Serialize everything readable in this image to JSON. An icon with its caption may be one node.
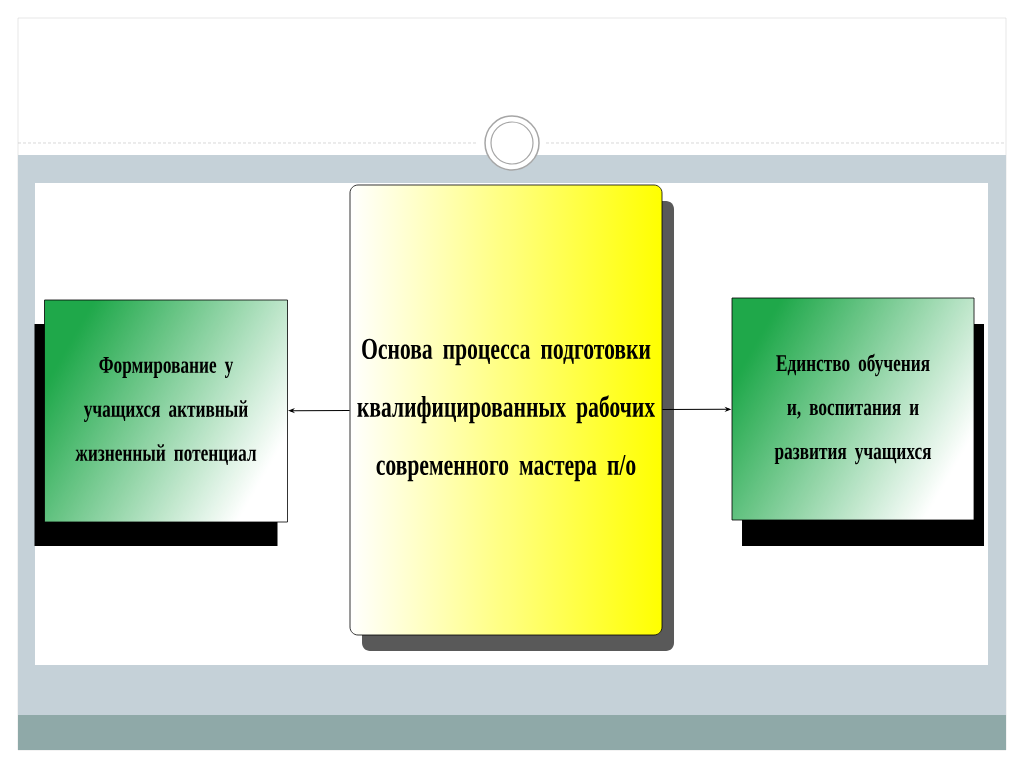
{
  "diagram": {
    "nodes": [
      {
        "text": [
          "Основа процесса подготовки квалифицированных рабочих современного мастера п/о"
        ]
      },
      {
        "text": [
          "Формирование у учащихся активный жизненный потенциал"
        ]
      },
      {
        "text": [
          "Единство обучения и, воспитания и развития учащихся"
        ]
      }
    ],
    "edges": [
      {
        "from": 0,
        "to": 1,
        "arrow": "to"
      },
      {
        "from": 0,
        "to": 2,
        "arrow": "to"
      }
    ]
  }
}
